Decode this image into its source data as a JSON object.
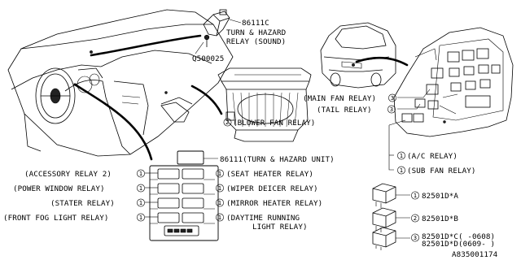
{
  "diagram": {
    "top_parts": {
      "turn_hazard_relay_sound": [
        "86111C",
        "TURN & HAZARD",
        "RELAY (SOUND)"
      ],
      "bolt": "Q500025",
      "blower_fan_relay": "BLOWER FAN RELAY",
      "turn_hazard_unit": "86111(TURN & HAZARD UNIT)"
    },
    "engine_relays": {
      "main_fan": "(MAIN FAN RELAY)",
      "tail": "(TAIL RELAY)",
      "ac": "(A/C RELAY)",
      "sub_fan": "(SUB FAN RELAY)"
    },
    "relay_block_left": [
      "(ACCESSORY RELAY 2)",
      "(POWER WINDOW RELAY)",
      "(STATER RELAY)",
      "(FRONT FOG LIGHT RELAY)"
    ],
    "relay_block_right": [
      "(SEAT HEATER RELAY)",
      "(WIPER DEICER RELAY)",
      "(MIRROR HEATER RELAY)",
      "(DAYTIME RUNNING",
      "LIGHT RELAY)"
    ],
    "part_numbers": {
      "a": "82501D*A",
      "b": "82501D*B",
      "c": "82501D*C( -0608)",
      "d": "82501D*D(0609- )"
    },
    "callouts": {
      "one": "1",
      "two": "2",
      "three": "3"
    },
    "diagram_id": "A835001174"
  }
}
